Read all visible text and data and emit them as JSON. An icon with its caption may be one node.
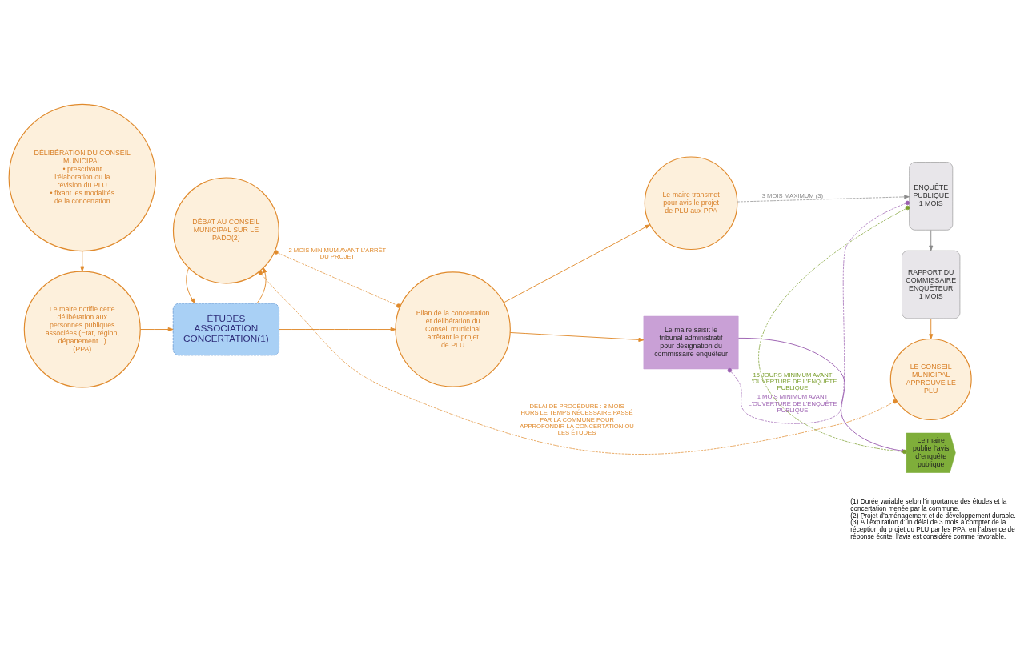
{
  "diagram": {
    "nodes": [
      {
        "text": [
          "DÉLIBÉRATION DU CONSEIL MUNICIPAL",
          "• prescrivant l’élaboration ou la révision du PLU",
          "• fixant les modalités de la concertation"
        ]
      },
      {
        "text": [
          "Le maire notifie cette délibération aux personnes publiques associées (Etat, région, département...)",
          "(PPA)"
        ]
      },
      {
        "text": [
          "ÉTUDES ASSOCIATION CONCERTATION(1)"
        ]
      },
      {
        "text": [
          "DÉBAT AU CONSEIL MUNICIPAL SUR LE PADD(2)"
        ]
      },
      {
        "text": [
          "Bilan de la concertation et délibération du Conseil municipal arrêtant le projet",
          "de PLU"
        ]
      },
      {
        "text": [
          "Le maire transmet pour avis le projet de PLU aux PPA"
        ]
      },
      {
        "text": [
          "Le maire saisit le tribunal administratif pour désignation du commissaire enquêteur"
        ]
      },
      {
        "text": [
          "Le maire publie l’avis d’enquête publique"
        ]
      },
      {
        "text": [
          "ENQUÊTE PUBLIQUE",
          "1 MOIS"
        ]
      },
      {
        "text": [
          "RAPPORT DU COMMISSAIRE ENQUÊTEUR",
          "1 MOIS"
        ]
      },
      {
        "text": [
          "LE CONSEIL MUNICIPAL APPROUVE LE PLU"
        ]
      }
    ],
    "edges": [
      {
        "from": 0,
        "to": 1,
        "arrow": "to"
      },
      {
        "from": 1,
        "to": 2,
        "arrow": "to"
      },
      {
        "from": 2,
        "to": 3,
        "arrow": "to"
      },
      {
        "from": 3,
        "to": 2,
        "arrow": "to"
      },
      {
        "from": 2,
        "to": 4,
        "arrow": "to"
      },
      {
        "from": 4,
        "to": 5,
        "arrow": "to"
      },
      {
        "from": 4,
        "to": 6,
        "arrow": "to"
      },
      {
        "from": 6,
        "to": 7,
        "arrow": "to",
        "color": "#9b5fb0"
      },
      {
        "from": 5,
        "to": 8,
        "arrow": "to",
        "style": "dashed",
        "color": "#8a8a8a",
        "label": "3 MOIS MAXIMUM (3)"
      },
      {
        "from": 8,
        "to": 9,
        "arrow": "to",
        "color": "#8a8a8a"
      },
      {
        "from": 9,
        "to": 10,
        "arrow": "to"
      },
      {
        "from": 3,
        "to": 4,
        "arrow": "other",
        "style": "dashed",
        "label": "2 MOIS MINIMUM AVANT L’ARRÊT DU PROJET"
      },
      {
        "from": 6,
        "to": 8,
        "arrow": "other",
        "style": "dashed",
        "color": "#9b5fb0",
        "label": "1 MOIS MINIMUM AVANT L’OUVERTURE DE L’ENQUÊTE PUBLIQUE"
      },
      {
        "from": 7,
        "to": 8,
        "arrow": "other",
        "style": "dashed",
        "color": "#7a9e2c",
        "label": "15 JOURS MINIMUM AVANT L’OUVERTURE DE L’ENQUÊTE PUBLIQUE"
      },
      {
        "from": 3,
        "to": 10,
        "arrow": "other",
        "style": "dashed",
        "label": "DÉLAI DE PROCÉDURE : 8 MOIS HORS LE TEMPS NÉCESSAIRE PASSÉ PAR LA COMMUNE POUR APPROFONDIR LA CONCERTATION OU LES ÉTUDES"
      }
    ],
    "labels": [
      "(1) Durée variable selon l’importance des études et la concertation menée par la commune.",
      "(2) Projet d’aménagement et de développement durable.",
      "(3) À l’expiration d’un délai de 3 mois à compter de la réception du projet du PLU par les PPA, en l’absence de réponse écrite, l’avis est considéré comme favorable."
    ]
  }
}
